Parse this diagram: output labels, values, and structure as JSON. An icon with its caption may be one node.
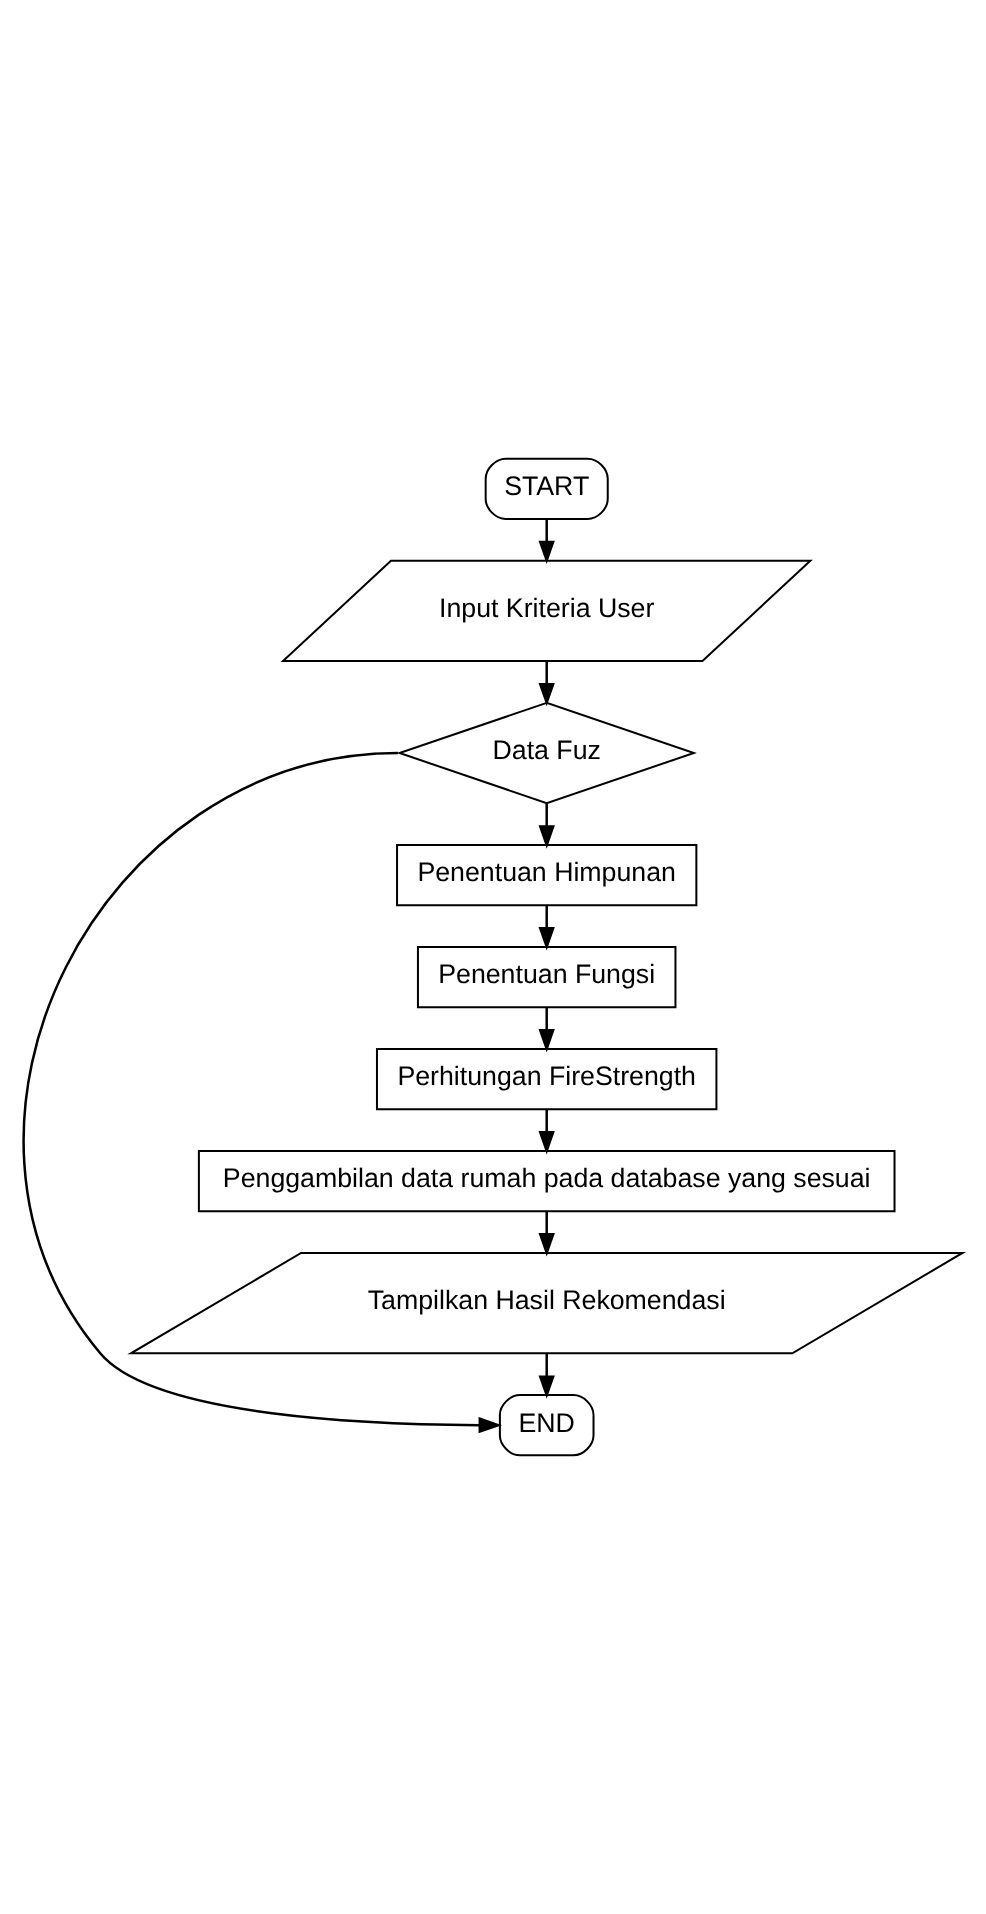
{
  "diagram": {
    "nodes": [
      {
        "text": [
          "START"
        ]
      },
      {
        "text": [
          "Input Kriteria User"
        ]
      },
      {
        "text": [
          "Data Fuz"
        ]
      },
      {
        "text": [
          "Penentuan Himpunan"
        ]
      },
      {
        "text": [
          "Penentuan Fungsi"
        ]
      },
      {
        "text": [
          "Perhitungan FireStrength"
        ]
      },
      {
        "text": [
          "Penggambilan data rumah pada database yang sesuai"
        ]
      },
      {
        "text": [
          "Tampilkan Hasil Rekomendasi"
        ]
      },
      {
        "text": [
          "END"
        ]
      }
    ],
    "edges": [
      {
        "from": 0,
        "to": 1,
        "arrow": "to"
      },
      {
        "from": 1,
        "to": 2,
        "arrow": "to"
      },
      {
        "from": 2,
        "to": 3,
        "arrow": "to"
      },
      {
        "from": 3,
        "to": 4,
        "arrow": "to"
      },
      {
        "from": 4,
        "to": 5,
        "arrow": "to"
      },
      {
        "from": 5,
        "to": 6,
        "arrow": "to"
      },
      {
        "from": 6,
        "to": 7,
        "arrow": "to"
      },
      {
        "from": 7,
        "to": 8,
        "arrow": "to"
      },
      {
        "from": 2,
        "to": 8,
        "arrow": "to"
      }
    ]
  }
}
